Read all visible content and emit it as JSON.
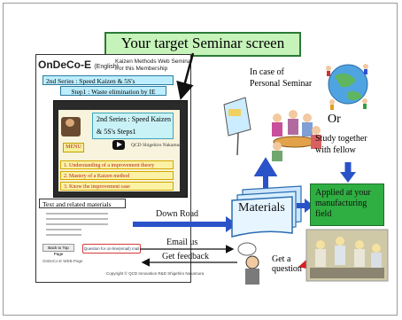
{
  "title": "Your target Seminar screen",
  "seminar": {
    "brand": "OnDeCo-E",
    "brand_sub": "(English)",
    "tagline_1": "Kaizen Methods Web Seminar",
    "tagline_2": "For this Membership",
    "series": "2nd Series : Speed Kaizen & 5S's",
    "step": "Step1 : Waste elimination by IE",
    "video_series_line1": "2nd Series : Speed Kaizen",
    "video_series_line2": "& 5S's   Steps1",
    "presenter": "QCD Shigehiro Nakamura",
    "menu_label": "MENU",
    "menu_items": [
      "1. Understanding of a improvement theory",
      "2. Mastery of a Kaizen method",
      "3. Know the improvement case"
    ],
    "materials_label": "Text and related materials",
    "back_button": "Back to Top Page",
    "question_button": "Question for on-line(email) mail",
    "page_footer": "OnDeCo-E WEB-Page",
    "copyright": "Copyright © QCD Innovation R&D  Shigehiro Nakamura"
  },
  "flow": {
    "down_road": "Down Road",
    "email_us": "Email us",
    "get_feedback": "Get feedback",
    "materials": "Materials",
    "in_case_of": "In case of",
    "personal_seminar": "Personal Seminar",
    "or": "Or",
    "study_together": "Study together",
    "with_fellow": "with fellow",
    "applied_line1": "Applied at your",
    "applied_line2": "manufacturing",
    "applied_line3": "field",
    "get_a": "Get a",
    "question": "question"
  },
  "colors": {
    "title_bg": "#c6f3b9",
    "series_bg": "#bdeeff",
    "menu_bg": "#fbf2a6",
    "arrow_blue": "#2a52c9",
    "applied_bg": "#2fae42",
    "question_outline": "#d43a3a"
  },
  "icons": [
    "play-icon",
    "people-meeting-icon",
    "globe-people-icon",
    "factory-workers-icon",
    "person-thinking-icon",
    "document-stack-icon"
  ]
}
